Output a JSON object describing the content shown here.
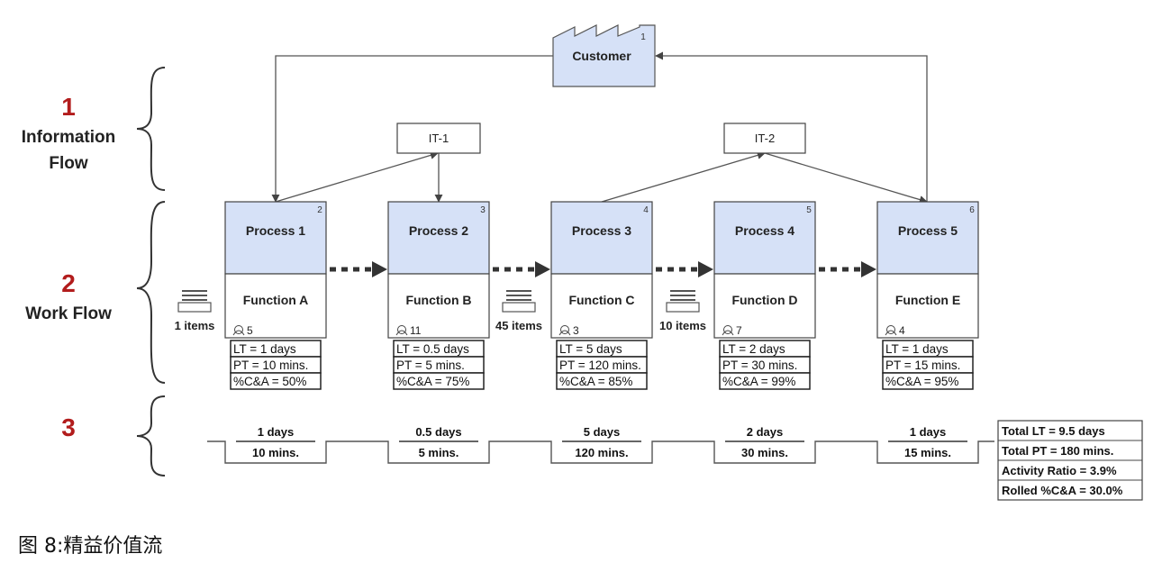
{
  "sections": [
    {
      "number": "1",
      "label_lines": [
        "Information",
        "Flow"
      ]
    },
    {
      "number": "2",
      "label_lines": [
        "Work Flow"
      ]
    },
    {
      "number": "3",
      "label_lines": []
    }
  ],
  "customer": {
    "label": "Customer",
    "tag": "1"
  },
  "it_systems": [
    {
      "label": "IT-1"
    },
    {
      "label": "IT-2"
    }
  ],
  "processes": [
    {
      "title": "Process 1",
      "tag": "2",
      "function": "Function A",
      "operators": "5",
      "metrics": [
        "LT = 1 days",
        "PT = 10 mins.",
        "%C&A = 50%"
      ]
    },
    {
      "title": "Process 2",
      "tag": "3",
      "function": "Function B",
      "operators": "11",
      "metrics": [
        "LT = 0.5 days",
        "PT = 5 mins.",
        "%C&A = 75%"
      ]
    },
    {
      "title": "Process 3",
      "tag": "4",
      "function": "Function C",
      "operators": "3",
      "metrics": [
        "LT = 5 days",
        "PT = 120 mins.",
        "%C&A = 85%"
      ]
    },
    {
      "title": "Process 4",
      "tag": "5",
      "function": "Function D",
      "operators": "7",
      "metrics": [
        "LT = 2 days",
        "PT = 30 mins.",
        "%C&A = 99%"
      ]
    },
    {
      "title": "Process 5",
      "tag": "6",
      "function": "Function E",
      "operators": "4",
      "metrics": [
        "LT = 1 days",
        "PT = 15 mins.",
        "%C&A = 95%"
      ]
    }
  ],
  "inventory": [
    {
      "label": "1 items"
    },
    {
      "label": "45 items"
    },
    {
      "label": "10 items"
    }
  ],
  "timeline": [
    {
      "lead": "1 days",
      "process": "10 mins."
    },
    {
      "lead": "0.5 days",
      "process": "5 mins."
    },
    {
      "lead": "5 days",
      "process": "120 mins."
    },
    {
      "lead": "2 days",
      "process": "30 mins."
    },
    {
      "lead": "1 days",
      "process": "15 mins."
    }
  ],
  "totals": [
    "Total LT = 9.5 days",
    "Total PT = 180 mins.",
    "Activity Ratio = 3.9%",
    "Rolled %C&A = 30.0%"
  ],
  "caption": "图 8:精益价值流",
  "colors": {
    "process_fill": "#d6e1f7",
    "customer_fill": "#d6e1f7",
    "section_number": "#b21c1c",
    "line": "#555555"
  }
}
